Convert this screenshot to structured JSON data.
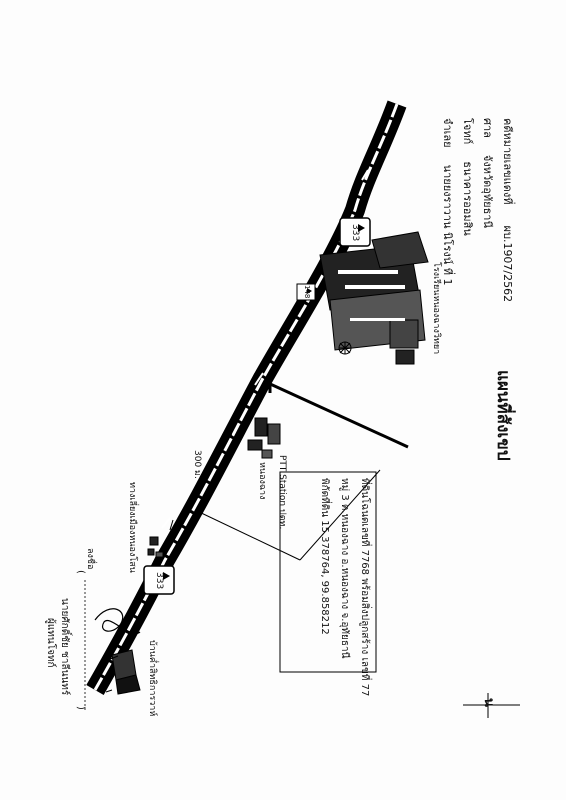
{
  "header": {
    "case_line_label": "คดีหมายเลขแดงที่",
    "case_number": "ผบ.1907/2562",
    "court_label": "ศาล",
    "court_value": "จังหวัดอุทัยธานี",
    "plaintiff_label": "โจทก์",
    "plaintiff_value": "ธนาคารออมสิน",
    "defendant_label": "จำเลย",
    "defendant_value": "นายยงราวาน  นิโรงน์  ที่ 1"
  },
  "map": {
    "title": "แผนที่สังเขป",
    "north_label": "น",
    "route_badge_top": "333",
    "route_badge_bottom": "333",
    "route_small": "148",
    "school_label": "โรงเรียนหนองฉางวิทยา",
    "ptt_label": "PTT Station ปตท.",
    "ptt_sub_label": "หนองฉาง",
    "distance_label": "300 ม.",
    "district_office_label": "ทางเลี่ยงเมืองหนองโสน",
    "side_label": "บ้านค่ำสิทธิการวาห์",
    "marker_label": "ลงชื่อ"
  },
  "info_box": {
    "line1": "ที่ดินโฉนดเลขที่  7768 พร้อมสิ่งปลูกสร้าง เลขที่ 77",
    "line2": "หมู่ 3  ต.หนองฉาง   อ.หนองฉาง   จ.อุทัยธานี",
    "line3": "พิกัดที่ดิน  15.378764, 99.858212"
  },
  "signature": {
    "open_paren": "(",
    "close_paren": ")",
    "name": "นายศักดิ์ชัย  ชาลีนนทร์",
    "role": "ผู้แทนโจทก์"
  }
}
